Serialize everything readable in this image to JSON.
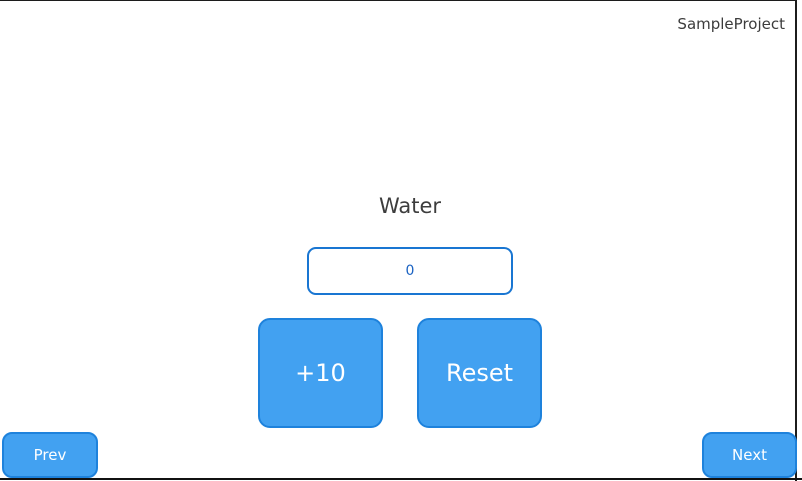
{
  "window": {
    "title": "SampleProject"
  },
  "counter": {
    "label": "Water",
    "value": "0"
  },
  "buttons": {
    "increment": "+10",
    "reset": "Reset",
    "prev": "Prev",
    "next": "Next"
  },
  "colors": {
    "button_fill": "#42a1f1",
    "button_border": "#1e82dc",
    "field_border": "#1976d2",
    "value_text": "#1a62c2",
    "heading_text": "#3d3d3d",
    "frame_line": "#1c1c1c"
  }
}
